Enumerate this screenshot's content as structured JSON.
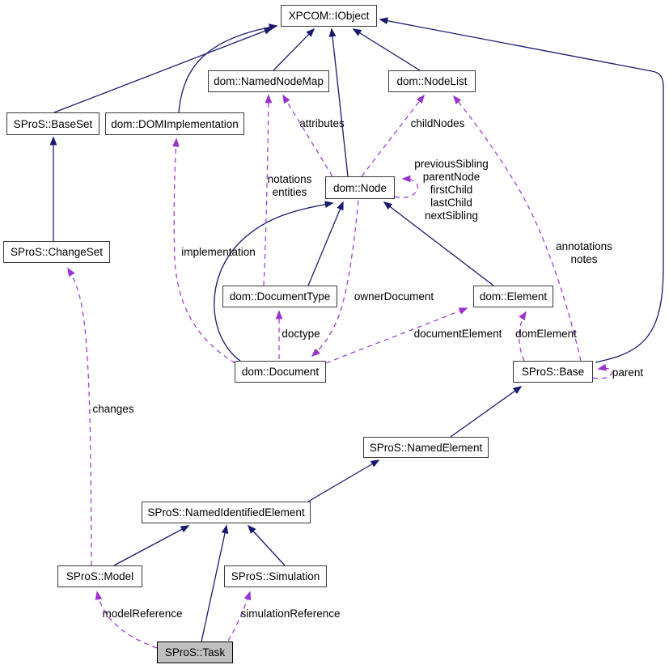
{
  "colors": {
    "inheritance_edge": "#191970",
    "usage_edge": "#9a32cd",
    "node_background": "#ffffff",
    "node_border": "#3a3a3a",
    "highlight_node_background": "#bfbfbf",
    "text": "#000000"
  },
  "nodes": [
    {
      "label": "XPCOM::IObject"
    },
    {
      "label": "SProS::BaseSet"
    },
    {
      "label": "dom::DOMImplementation"
    },
    {
      "label": "dom::NamedNodeMap"
    },
    {
      "label": "dom::NodeList"
    },
    {
      "label": "dom::Node"
    },
    {
      "label": "SProS::ChangeSet"
    },
    {
      "label": "dom::DocumentType"
    },
    {
      "label": "dom::Element"
    },
    {
      "label": "dom::Document"
    },
    {
      "label": "SProS::Base"
    },
    {
      "label": "SProS::NamedElement"
    },
    {
      "label": "SProS::NamedIdentifiedElement"
    },
    {
      "label": "SProS::Model"
    },
    {
      "label": "SProS::Simulation"
    },
    {
      "label": "SProS::Task"
    }
  ],
  "edge_labels": {
    "attributes": "attributes",
    "child_nodes": "childNodes",
    "notations_entities": [
      "notations",
      "entities"
    ],
    "node_self": [
      "previousSibling",
      "parentNode",
      "firstChild",
      "lastChild",
      "nextSibling"
    ],
    "annotations_notes": [
      "annotations",
      "notes"
    ],
    "owner_document": "ownerDocument",
    "doctype": "doctype",
    "document_element": "documentElement",
    "dom_element": "domElement",
    "implementation": "implementation",
    "parent": "parent",
    "changes": "changes",
    "model_reference": "modelReference",
    "simulation_reference": "simulationReference"
  }
}
